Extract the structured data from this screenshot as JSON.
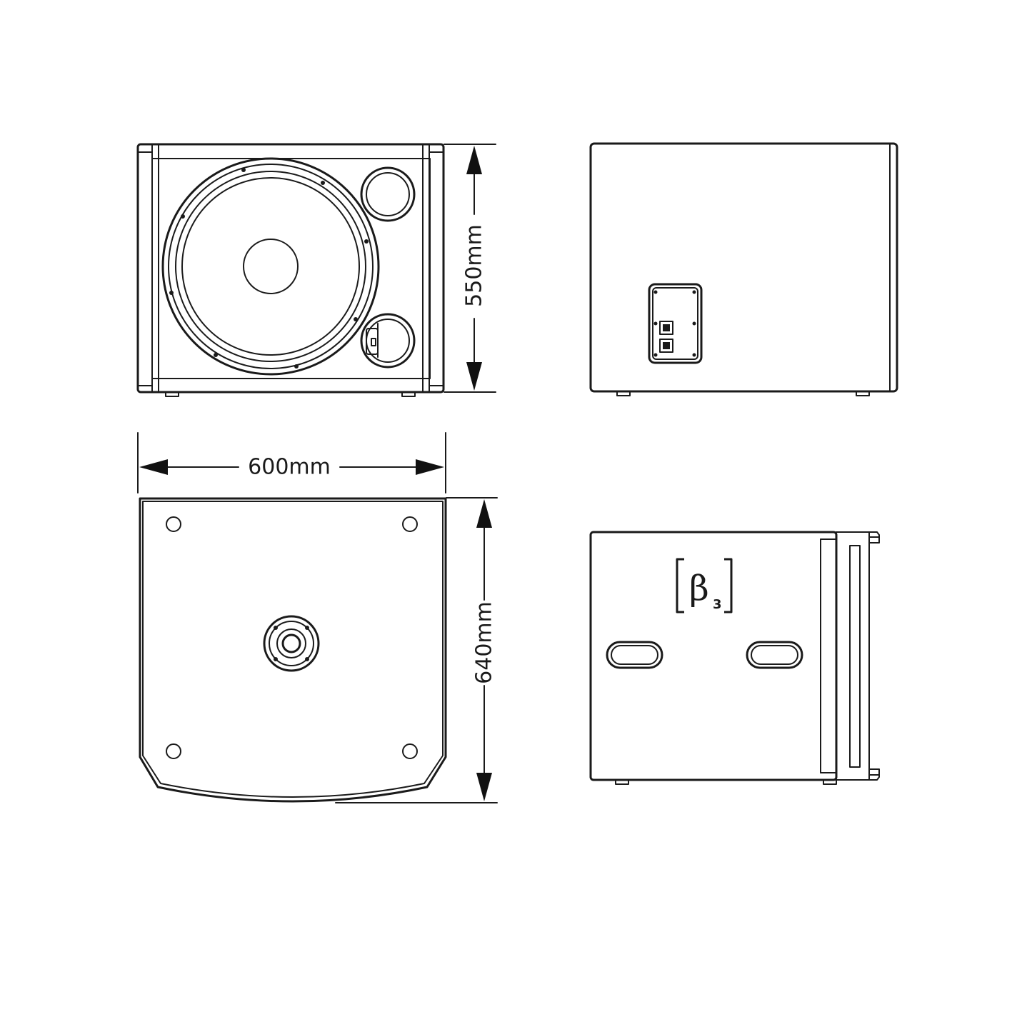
{
  "dimensions": {
    "height": "550mm",
    "width": "600mm",
    "depth": "640mm"
  },
  "logo_text": "β3",
  "colors": {
    "line": "#1a1a1a",
    "background": "#ffffff"
  }
}
